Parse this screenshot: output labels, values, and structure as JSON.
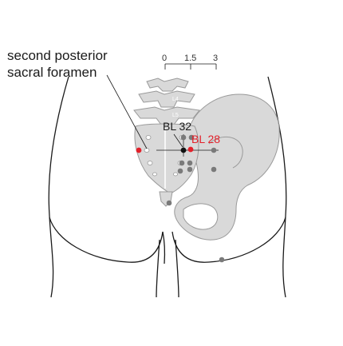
{
  "labels": {
    "foramen_line1": "second posterior",
    "foramen_line2": "sacral foramen",
    "bl32": "BL 32",
    "bl28": "BL 28",
    "l4": "L4",
    "l5": "L5"
  },
  "scale": {
    "ticks": [
      "0",
      "1.5",
      "3"
    ]
  },
  "colors": {
    "outline": "#1a1a1a",
    "bone_fill": "#d9d9d9",
    "bone_stroke": "#9a9a9a",
    "point_gray": "#7a7a7a",
    "point_red": "#e3202a",
    "point_black": "#111111",
    "red_text": "#e3202a"
  }
}
